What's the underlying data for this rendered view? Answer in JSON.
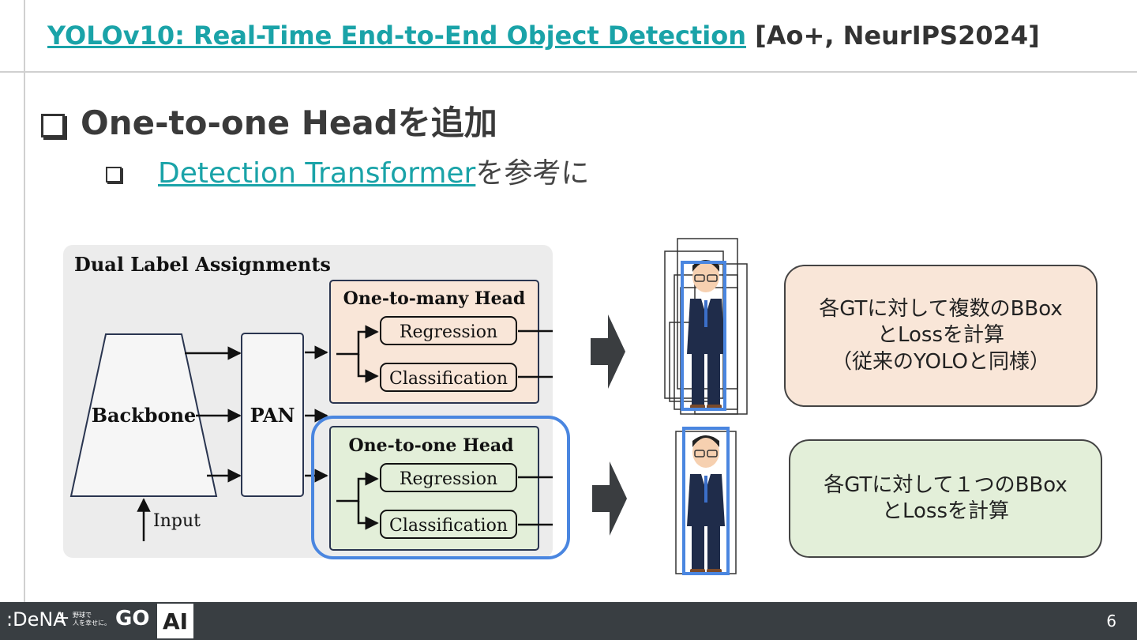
{
  "slide": {
    "title_link": "YOLOv10: Real-Time End-to-End Object Detection",
    "title_ref": " [Ao+, NeurIPS2024]",
    "bullet1": "One-to-one Headを追加",
    "bullet2_link": "Detection Transformer",
    "bullet2_rest": "を参考に"
  },
  "diagram": {
    "title": "Dual Label Assignments",
    "backbone": "Backbone",
    "pan": "PAN",
    "input": "Input",
    "one_to_many": {
      "title": "One-to-many Head",
      "regression": "Regression",
      "classification": "Classification"
    },
    "one_to_one": {
      "title": "One-to-one Head",
      "regression": "Regression",
      "classification": "Classification"
    }
  },
  "callouts": {
    "top": {
      "line1": "各GTに対して複数のBBox",
      "line2": "とLossを計算",
      "line3": "（従来のYOLOと同様）"
    },
    "bottom": {
      "line1": "各GTに対して１つのBBox",
      "line2": "とLossを計算"
    }
  },
  "footer": {
    "logo_dena": ":DeNA",
    "plus": "+",
    "logo_small_line1": "野球で",
    "logo_small_line2": "人を幸せに。",
    "logo_go": "GO",
    "logo_ai": "AI",
    "page_number": "6"
  },
  "colors": {
    "accent_teal": "#1aa3a8",
    "highlight_blue": "#4a86e0",
    "head_many_fill": "#f9e6d8",
    "head_one_fill": "#e3efd9",
    "footer_bg": "#393e42"
  }
}
